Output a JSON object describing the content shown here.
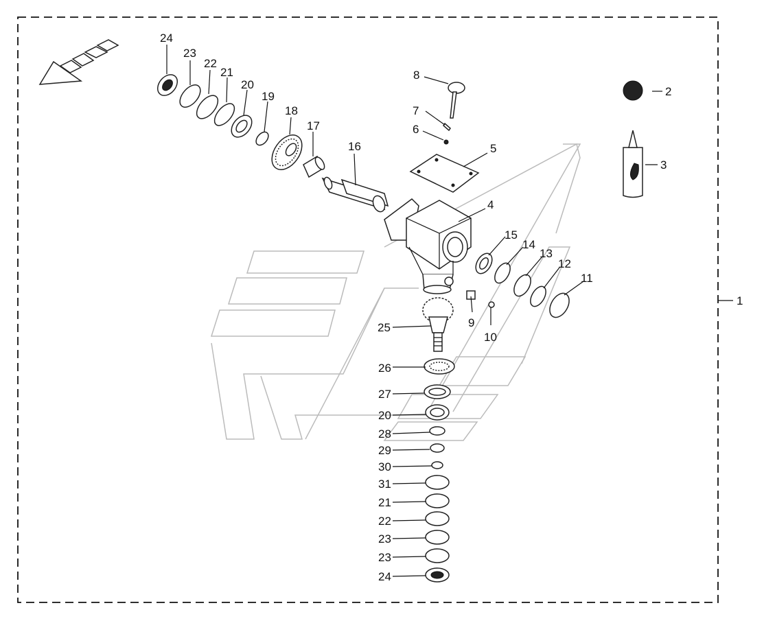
{
  "diagram": {
    "callouts": [
      "1",
      "2",
      "3",
      "4",
      "5",
      "6",
      "7",
      "8",
      "9",
      "10",
      "11",
      "12",
      "13",
      "14",
      "15",
      "16",
      "17",
      "18",
      "19",
      "20",
      "21",
      "22",
      "23",
      "24",
      "25",
      "26",
      "27",
      "28",
      "29",
      "30",
      "31"
    ],
    "colors": {
      "ink": "#111111",
      "ghost": "#bbbbbb",
      "paper": "#ffffff"
    },
    "direction_icon": "arrow-left-down-icon",
    "assembly_note": "gearbox exploded view"
  }
}
